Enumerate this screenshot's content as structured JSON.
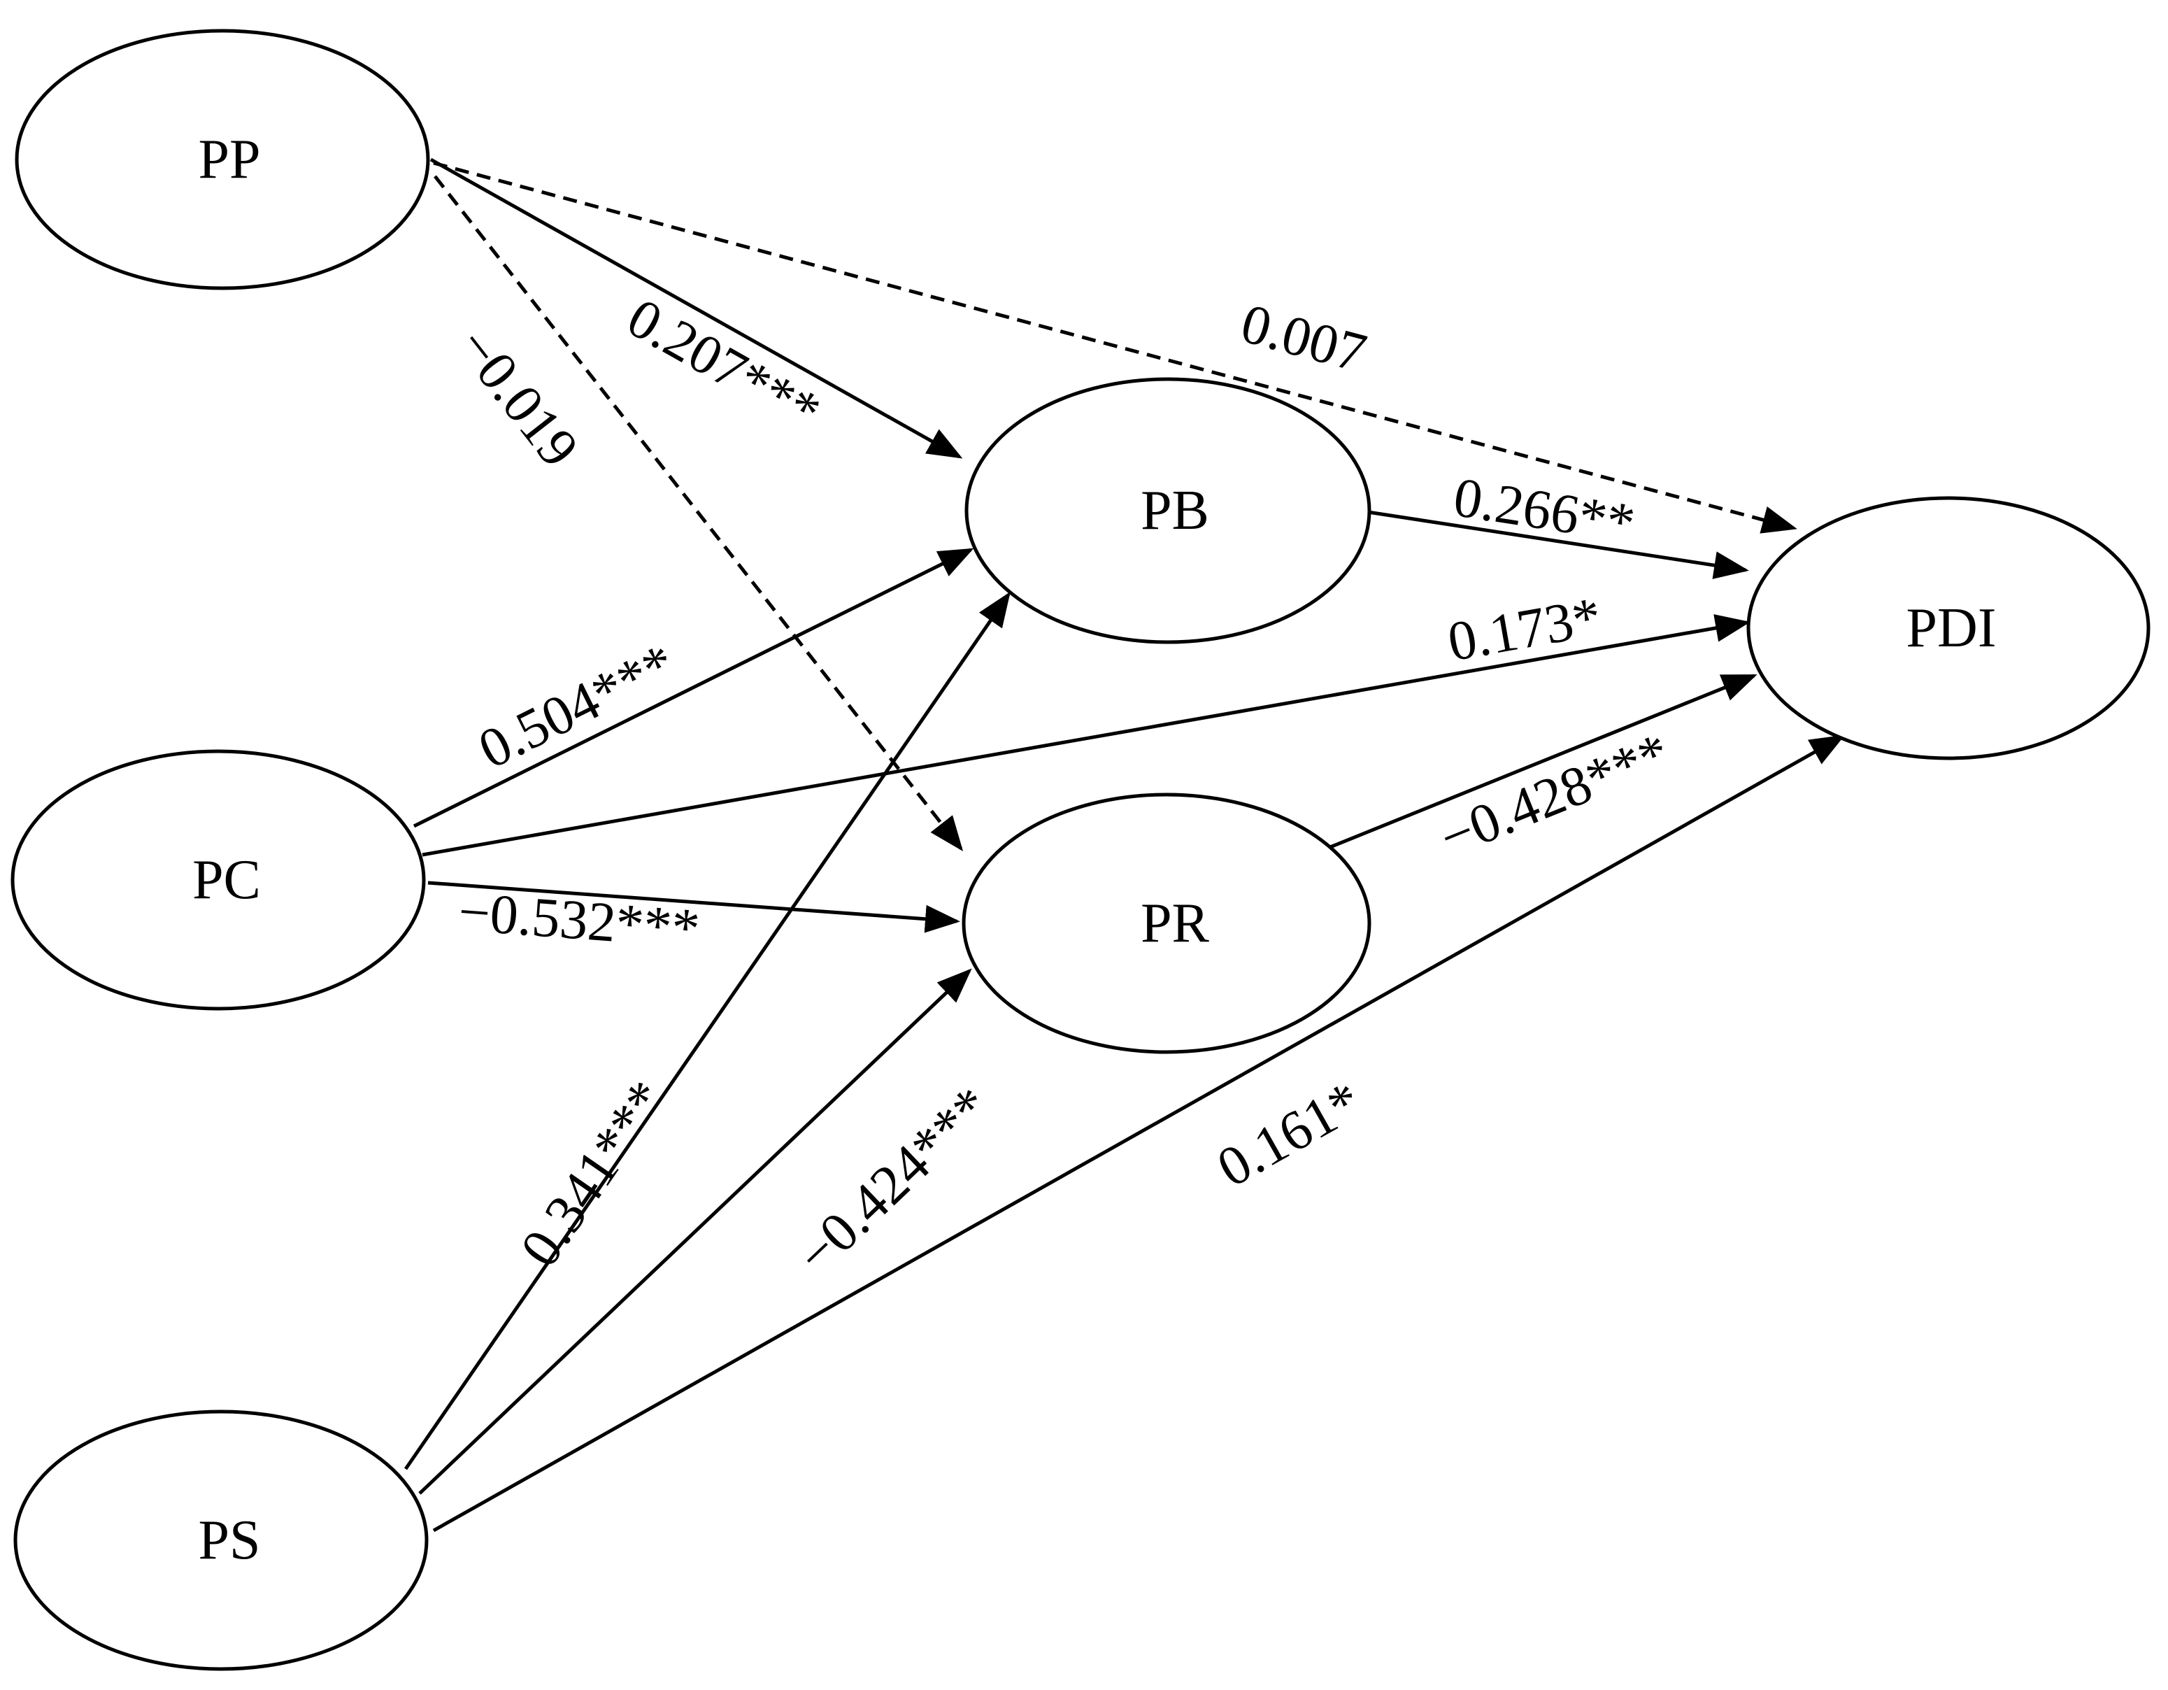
{
  "nodes": {
    "PP": "PP",
    "PC": "PC",
    "PS": "PS",
    "PB": "PB",
    "PR": "PR",
    "PDI": "PDI"
  },
  "paths": [
    {
      "from": "PP",
      "to": "PB",
      "label": "0.207***",
      "style": "solid"
    },
    {
      "from": "PP",
      "to": "PR",
      "label": "−0.019",
      "style": "dashed"
    },
    {
      "from": "PP",
      "to": "PDI",
      "label": "0.007",
      "style": "dashed"
    },
    {
      "from": "PC",
      "to": "PB",
      "label": "0.504***",
      "style": "solid"
    },
    {
      "from": "PC",
      "to": "PDI",
      "label": "0.173*",
      "style": "solid"
    },
    {
      "from": "PC",
      "to": "PR",
      "label": "−0.532***",
      "style": "solid"
    },
    {
      "from": "PS",
      "to": "PB",
      "label": "0.341***",
      "style": "solid"
    },
    {
      "from": "PS",
      "to": "PR",
      "label": "−0.424***",
      "style": "solid"
    },
    {
      "from": "PS",
      "to": "PDI",
      "label": "0.161*",
      "style": "solid"
    },
    {
      "from": "PB",
      "to": "PDI",
      "label": "0.266**",
      "style": "solid"
    },
    {
      "from": "PR",
      "to": "PDI",
      "label": "−0.428***",
      "style": "solid"
    }
  ]
}
